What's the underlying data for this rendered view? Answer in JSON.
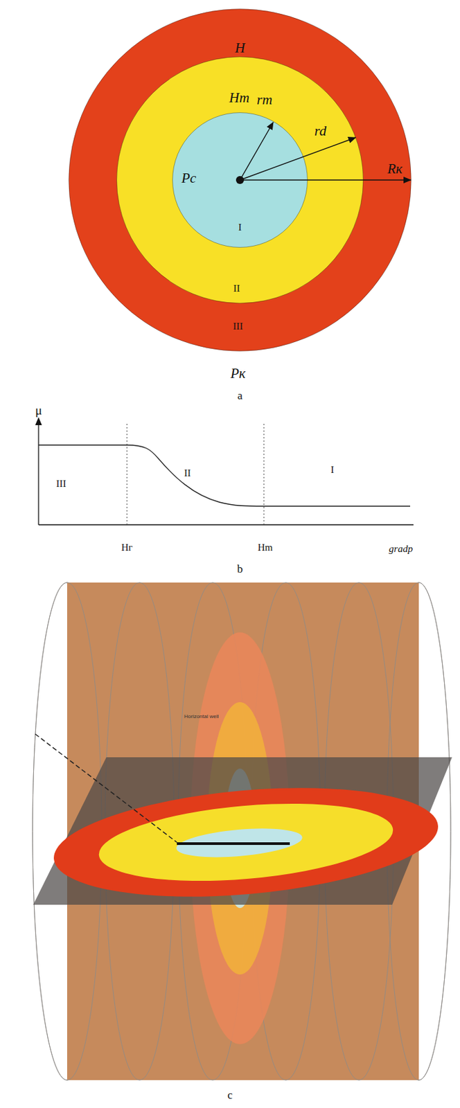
{
  "diagram": {
    "nodes": [
      {
        "text": [
          "H",
          "III"
        ]
      },
      {
        "text": [
          "Hm",
          "II"
        ],
        "in": 0
      },
      {
        "text": [
          "Pc",
          "I"
        ],
        "in": 1
      }
    ],
    "labels": [
      "rm",
      "rd",
      "Rк",
      "Pк",
      "a",
      "μ",
      "III",
      "II",
      "I",
      "Hг",
      "Hm",
      "gradp",
      "b",
      "Horizontal well",
      "c"
    ]
  }
}
